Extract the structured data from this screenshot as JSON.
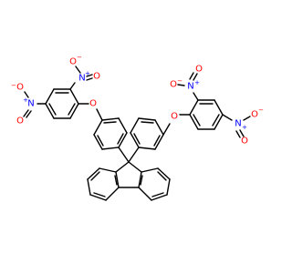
{
  "colors": {
    "bond": "#000000",
    "oxygen": "#ff0000",
    "nitrogen": "#0000ff",
    "background": "#ffffff"
  },
  "atom_labels": {
    "ether_o1": "O",
    "ether_o2": "O",
    "nitro1_n": "N",
    "nitro1_n_charge": "+",
    "nitro1_o_minus": "O",
    "nitro1_o_minus_charge": "−",
    "nitro1_o_double": "O",
    "nitro2_n": "N",
    "nitro2_n_charge": "+",
    "nitro2_o_minus": "O",
    "nitro2_o_minus_charge": "−",
    "nitro2_o_double": "O",
    "nitro3_n": "N",
    "nitro3_n_charge": "+",
    "nitro3_o_minus": "O",
    "nitro3_o_minus_charge": "−",
    "nitro3_o_double": "O",
    "nitro4_n": "N",
    "nitro4_n_charge": "+",
    "nitro4_o_minus": "O",
    "nitro4_o_minus_charge": "−",
    "nitro4_o_double": "O"
  }
}
